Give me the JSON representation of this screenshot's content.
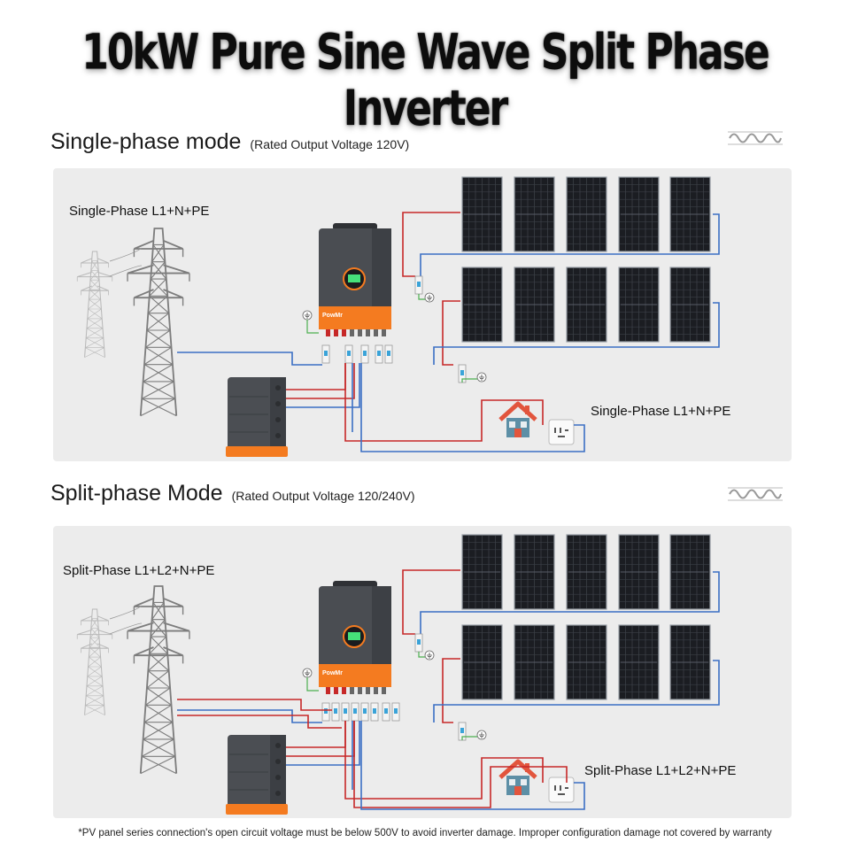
{
  "title": "10kW Pure Sine Wave Split Phase Inverter",
  "inverter_brand": "PowMr",
  "footnote": "*PV panel series connection's open circuit voltage must be below 500V to avoid inverter damage. Improper configuration damage not covered by warranty",
  "modes": [
    {
      "name": "Single-phase mode",
      "subtitle": "(Rated Output Voltage 120V)",
      "grid_label": "Single-Phase L1+N+PE",
      "load_label": "Single-Phase L1+N+PE"
    },
    {
      "name": "Split-phase Mode",
      "subtitle": "(Rated Output Voltage 120/240V)",
      "grid_label": "Split-Phase L1+L2+N+PE",
      "load_label": "Split-Phase L1+L2+N+PE"
    }
  ],
  "colors": {
    "wire_positive": "#c62828",
    "wire_negative": "#3b6fc4",
    "wire_ground": "#4caf50",
    "inverter_body": "#4a4d52",
    "inverter_accent": "#f47b20",
    "panel_bg": "#ececec"
  },
  "icons": [
    "sine-wave-icon",
    "transmission-tower-icon",
    "solar-panel-icon",
    "house-icon",
    "power-outlet-icon",
    "ground-symbol-icon",
    "battery-icon",
    "inverter-icon",
    "breaker-icon"
  ]
}
